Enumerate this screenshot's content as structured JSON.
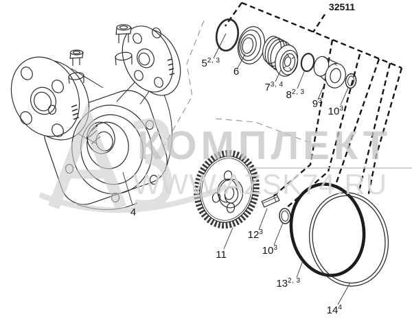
{
  "diagram": {
    "assembly_number": "32511",
    "labels": [
      {
        "base": "4",
        "sup": ""
      },
      {
        "base": "5",
        "sup": "2, 3"
      },
      {
        "base": "6",
        "sup": ""
      },
      {
        "base": "7",
        "sup": "3, 4"
      },
      {
        "base": "8",
        "sup": "2, 3"
      },
      {
        "base": "9",
        "sup": "3"
      },
      {
        "base": "10",
        "sup": "3"
      },
      {
        "base": "11",
        "sup": ""
      },
      {
        "base": "12",
        "sup": "3"
      },
      {
        "base": "10",
        "sup": "3"
      },
      {
        "base": "13",
        "sup": "2, 3"
      },
      {
        "base": "14",
        "sup": "4"
      }
    ],
    "watermark": {
      "brand": "КОМПЛЕКТ",
      "url": "WWW.AZSK74.RU"
    },
    "colors": {
      "background": "#ffffff",
      "line_art": "#2b2b2b",
      "boundary_dash": "#151515",
      "axis_dash_gray": "#909090",
      "watermark_brand": "#c3c3c3",
      "watermark_url": "#d7d7d7"
    }
  }
}
